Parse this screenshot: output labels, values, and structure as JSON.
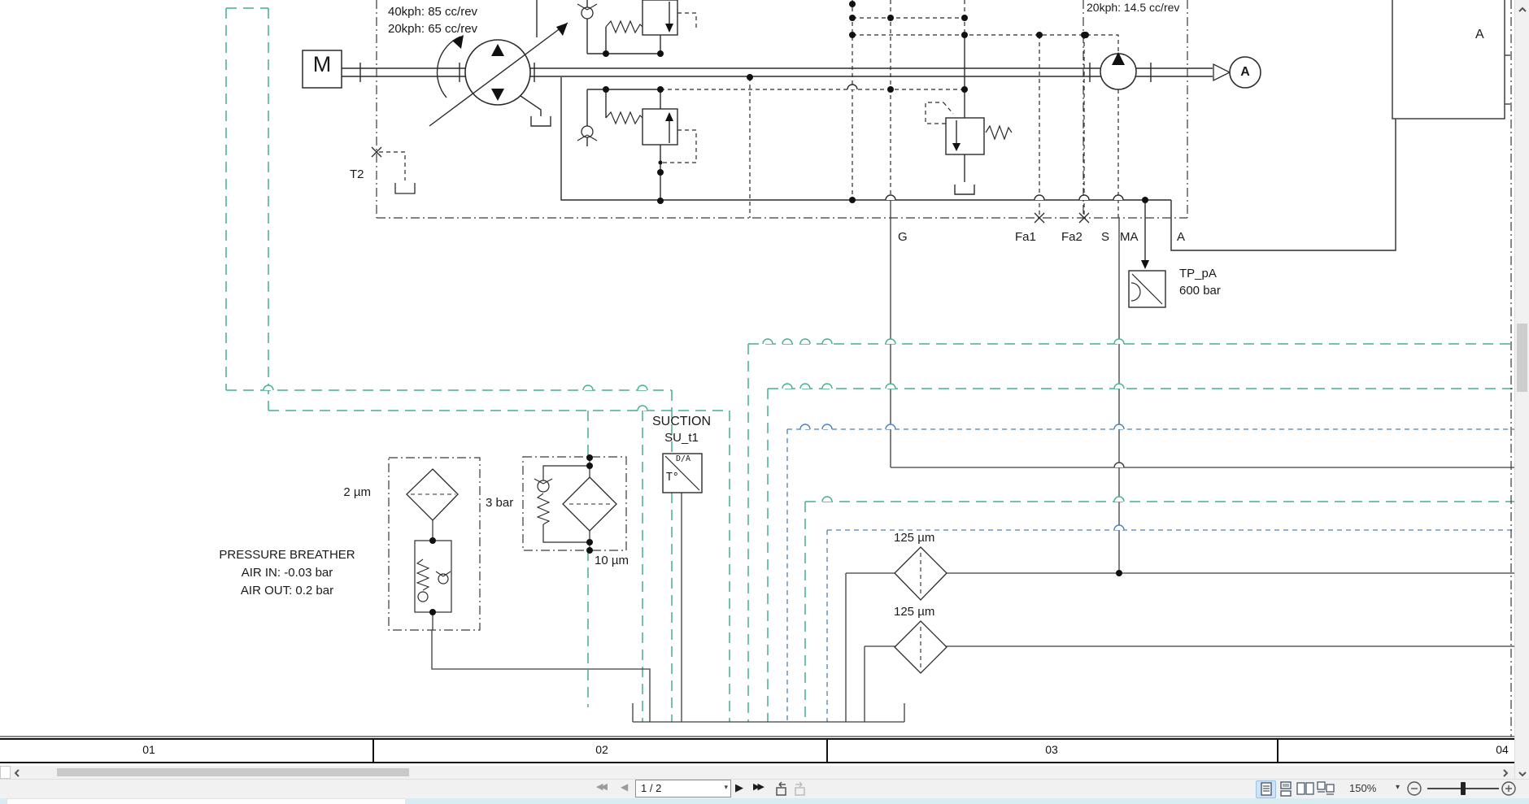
{
  "schematic": {
    "motor_label": "M",
    "pump_note_line1": "40kph: 85 cc/rev",
    "pump_note_line2": "20kph: 65 cc/rev",
    "charge_pump_note": "20kph: 14.5 cc/rev",
    "drain_label": "T2",
    "gauge_label": "A",
    "reservoir_label": "A",
    "ports": {
      "g": "G",
      "fa1": "Fa1",
      "fa2": "Fa2",
      "s": "S",
      "ma": "MA",
      "a": "A"
    },
    "test_point": {
      "name": "TP_pA",
      "pressure": "600 bar"
    },
    "suction_sensor": {
      "title": "SUCTION",
      "tag": "SU_t1",
      "top_text": "D/A",
      "bottom_text": "T°"
    },
    "breather": {
      "rating": "2 µm",
      "title": "PRESSURE BREATHER",
      "air_in": "AIR IN: -0.03 bar",
      "air_out": "AIR OUT: 0.2 bar"
    },
    "return_filter": {
      "bypass": "3 bar",
      "rating": "10 µm"
    },
    "strainer_top": "125 µm",
    "strainer_bottom": "125 µm",
    "zones": [
      "01",
      "02",
      "03",
      "04"
    ],
    "colors": {
      "line": "#2b2b2b",
      "green_line": "#44b286",
      "blue_line": "#4a82bd"
    }
  },
  "viewer": {
    "page_field": "1 / 2",
    "zoom_level": "150%",
    "icons": {
      "first_page": "◀◀",
      "previous_page": "◀",
      "next_page": "▶",
      "last_page": "▶▶",
      "page_dropdown": "▾",
      "zoom_dropdown": "▾",
      "previous_view": "rect-arrow-left-icon",
      "next_view": "rect-arrow-right-icon",
      "layout_modes": [
        "single-page",
        "one-column",
        "two-pages",
        "two-columns"
      ],
      "zoom_out": "minus-circle-icon",
      "zoom_in": "plus-circle-icon",
      "scroll_left": "chevron-left-icon",
      "scroll_right": "chevron-right-icon",
      "scroll_up": "chevron-up-icon",
      "scroll_down": "chevron-down-icon"
    }
  }
}
